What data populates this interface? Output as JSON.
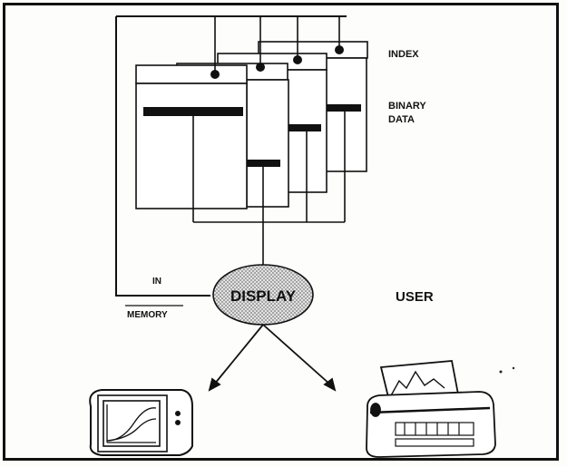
{
  "labels": {
    "index": "INDEX",
    "binary_data_line1": "BINARY",
    "binary_data_line2": "DATA",
    "in_memory_line1": "IN",
    "in_memory_line2": "MEMORY",
    "display": "DISPLAY",
    "user": "USER"
  },
  "icons": {
    "monitor": "monitor-icon",
    "printer": "printer-icon"
  },
  "colors": {
    "ink": "#111111",
    "paper": "#ffffff",
    "display_fill": "#cfcfcf"
  }
}
